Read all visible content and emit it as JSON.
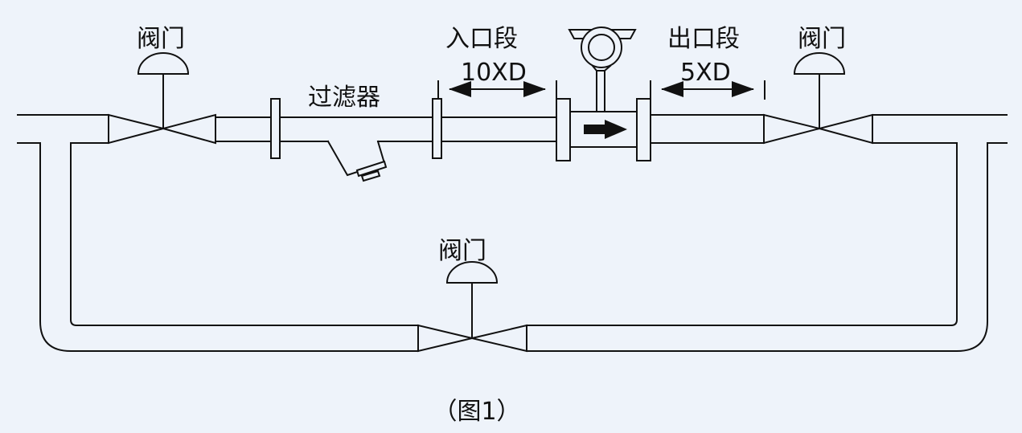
{
  "labels": {
    "valve_left": "阀门",
    "valve_right": "阀门",
    "valve_bypass": "阀门",
    "filter": "过滤器",
    "inlet_section": "入口段",
    "inlet_length": "10XD",
    "outlet_section": "出口段",
    "outlet_length": "5XD"
  },
  "caption": "（图1）",
  "colors": {
    "line": "#111111",
    "background": "#eef3fa"
  },
  "icons": {
    "flow_direction": "arrow-right-icon",
    "meter": "flowmeter-icon"
  }
}
